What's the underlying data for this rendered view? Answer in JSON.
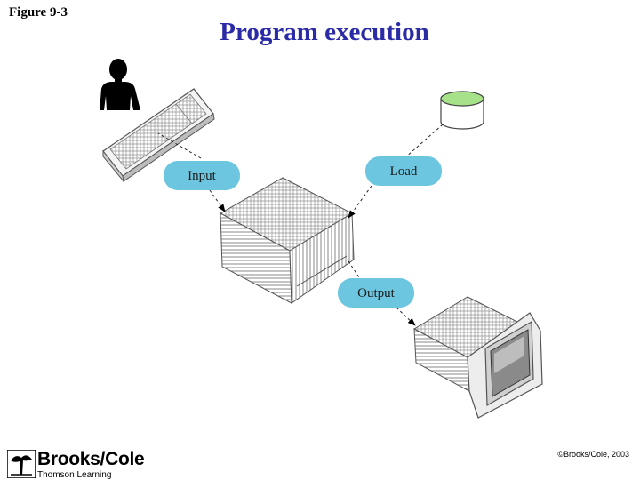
{
  "figure_label": "Figure 9-3",
  "title": "Program execution",
  "nodes": {
    "input": "Input",
    "load": "Load",
    "output": "Output"
  },
  "footer": {
    "brand": "Brooks/Cole",
    "brand_sub": "Thomson Learning",
    "copyright": "©Brooks/Cole, 2003"
  },
  "colors": {
    "title": "#2b2ba6",
    "pill": "#6cc6df",
    "disk_top": "#a6e28a"
  }
}
